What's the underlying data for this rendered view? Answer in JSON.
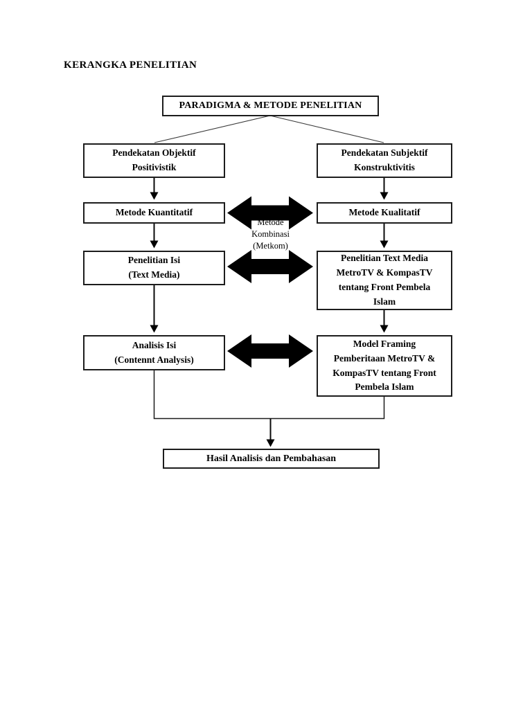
{
  "page": {
    "title": "KERANGKA PENELITIAN",
    "background_color": "#ffffff",
    "ink_color": "#000000"
  },
  "diagram": {
    "root": {
      "label": "PARADIGMA & METODE PENELITIAN"
    },
    "left": {
      "approach": "Pendekatan Objektif\nPositivistik",
      "method": "Metode Kuantitatif",
      "research": "Penelitian Isi\n(Text Media)",
      "analysis": "Analisis Isi\n(Contennt Analysis)"
    },
    "right": {
      "approach": "Pendekatan Subjektif\nKonstruktivitis",
      "method": "Metode Kualitatif",
      "research": "Penelitian Text Media\nMetroTV & KompasTV\ntentang Front Pembela\nIslam",
      "analysis": "Model Framing\nPemberitaan MetroTV &\nKompasTV tentang Front\nPembela Islam"
    },
    "combo_label": "Metode\nKombinasi\n(Metkom)",
    "result": {
      "label": "Hasil Analisis dan Pembahasan"
    }
  }
}
